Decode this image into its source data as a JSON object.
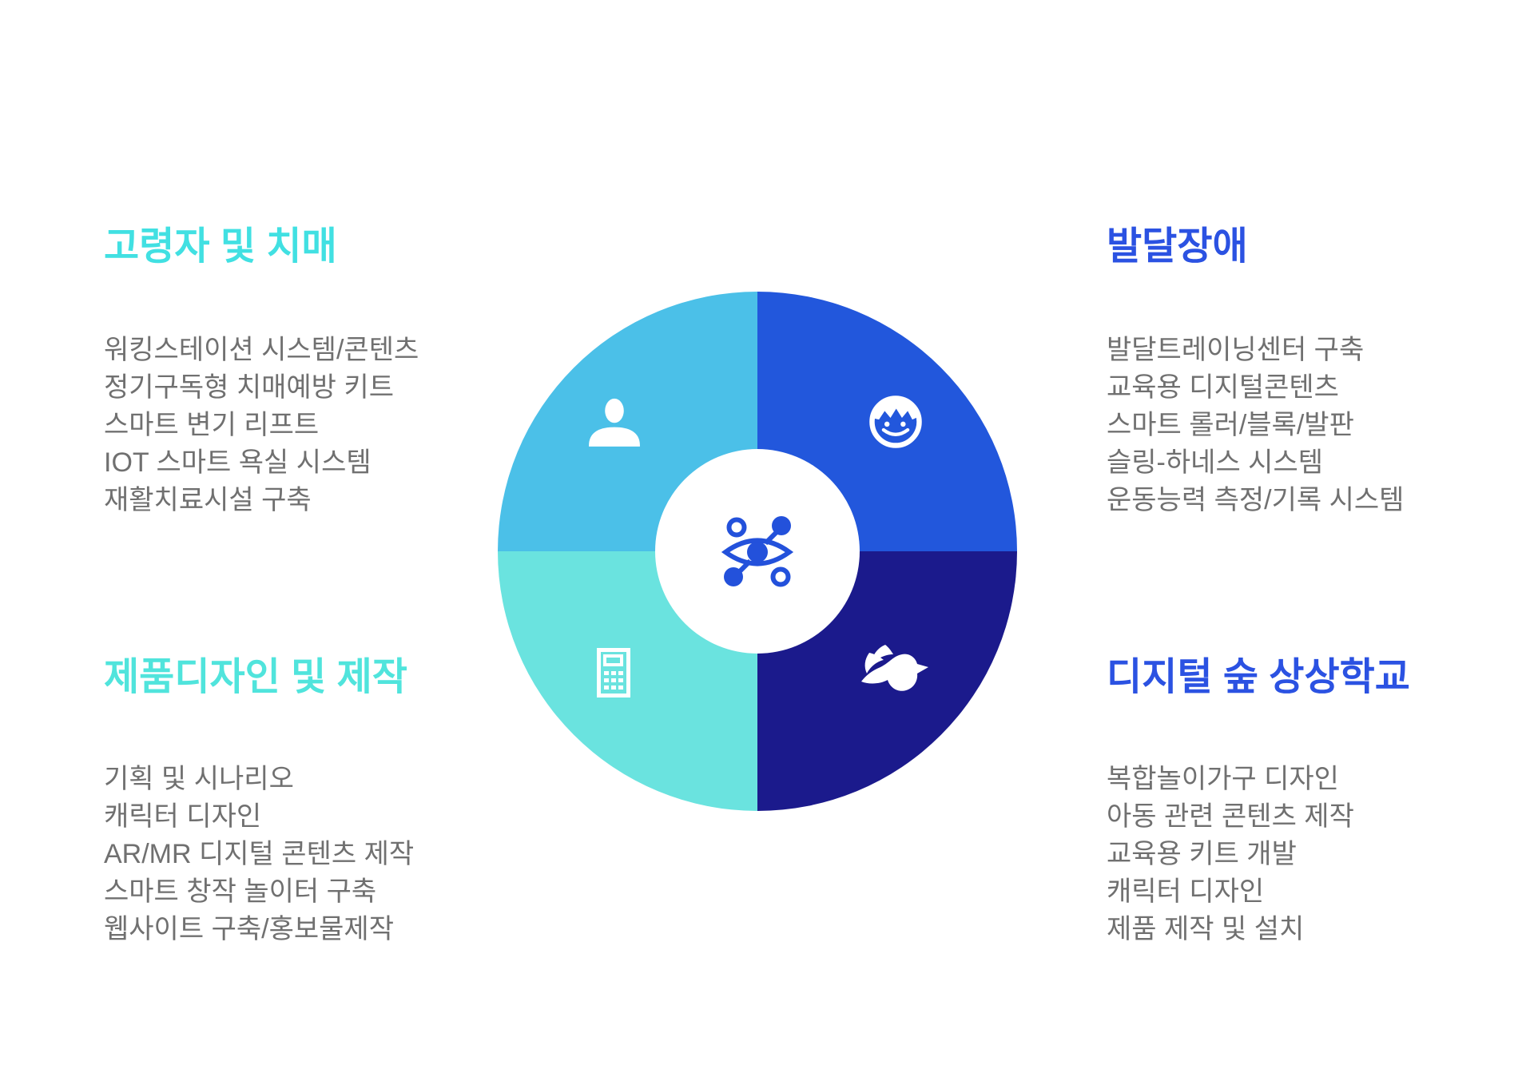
{
  "page": {
    "background": "#FFFFFF"
  },
  "colors": {
    "quad_top_left": "#4BC0E8",
    "quad_top_right": "#2257DC",
    "quad_bottom_left": "#6AE3DF",
    "quad_bottom_right": "#1B1A8C",
    "heading_top_left": "#41E0E2",
    "heading_bottom_left": "#50E4DC",
    "heading_right": "#2B52E2",
    "body_text": "#707070",
    "center_icon": "#2351DB",
    "icon_white": "#FFFFFF"
  },
  "sections": {
    "top_left": {
      "title": "고령자 및 치매",
      "items": [
        "워킹스테이션 시스템/콘텐츠",
        "정기구독형 치매예방 키트",
        "스마트 변기 리프트",
        "IOT 스마트 욕실 시스템",
        "재활치료시설 구축"
      ],
      "icon": "person-icon"
    },
    "top_right": {
      "title": "발달장애",
      "items": [
        "발달트레이닝센터 구축",
        "교육용 디지털콘텐츠",
        "스마트 롤러/블록/발판",
        "슬링-하네스 시스템",
        "운동능력 측정/기록 시스템"
      ],
      "icon": "child-face-icon"
    },
    "bottom_left": {
      "title": "제품디자인 및 제작",
      "items": [
        "기획 및 시나리오",
        "캐릭터 디자인",
        "AR/MR 디지털 콘텐츠 제작",
        "스마트 창작 놀이터 구축",
        "웹사이트 구축/홍보물제작"
      ],
      "icon": "calculator-icon"
    },
    "bottom_right": {
      "title": "디지털 숲 상상학교",
      "items": [
        "복합놀이가구 디자인",
        "아동 관련 콘텐츠 제작",
        "교육용 키트 개발",
        "캐릭터 디자인",
        "제품 제작 및 설치"
      ],
      "icon": "dove-icon"
    }
  },
  "center": {
    "icon": "vision-network-icon"
  }
}
